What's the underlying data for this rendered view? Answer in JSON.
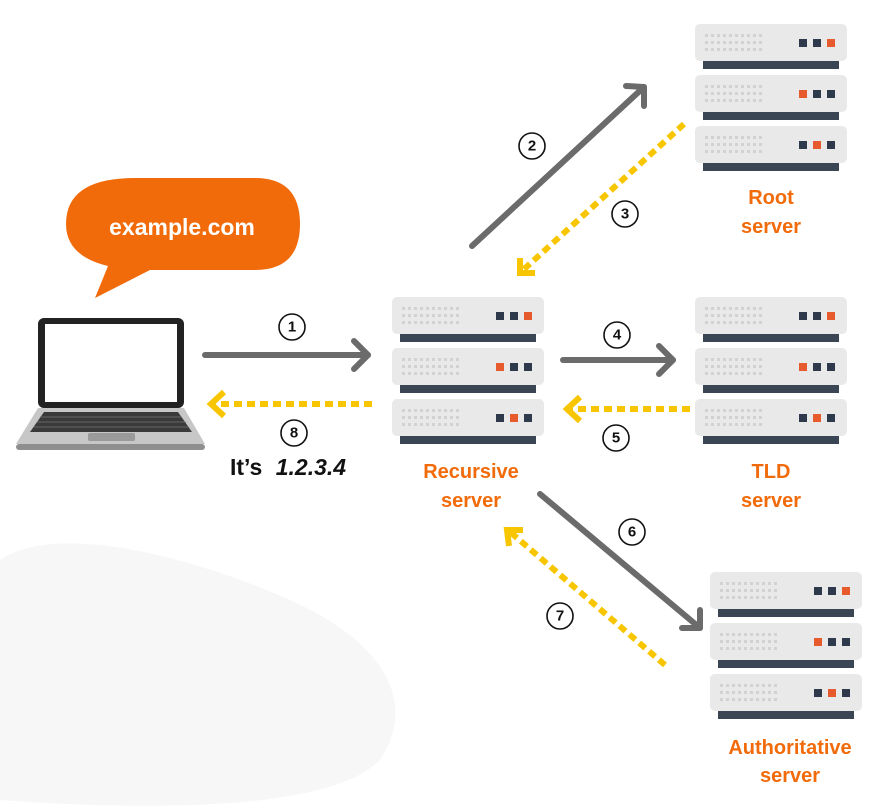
{
  "bubble": {
    "text": "example.com"
  },
  "answer": {
    "prefix": "It’s",
    "ip": "1.2.3.4"
  },
  "servers": {
    "recursive": {
      "line1": "Recursive",
      "line2": "server"
    },
    "root": {
      "line1": "Root",
      "line2": "server"
    },
    "tld": {
      "line1": "TLD",
      "line2": "server"
    },
    "authoritative": {
      "line1": "Authoritative",
      "line2": "server"
    }
  },
  "steps": [
    "1",
    "2",
    "3",
    "4",
    "5",
    "6",
    "7",
    "8"
  ],
  "colors": {
    "accent": "#f26b0b",
    "request_arrow": "#6b6b6b",
    "response_arrow": "#f7c600",
    "server_panel": "#e9e9ea",
    "server_base": "#3b4654",
    "led_dark": "#2e3a4b",
    "led_orange": "#e65a2e"
  }
}
